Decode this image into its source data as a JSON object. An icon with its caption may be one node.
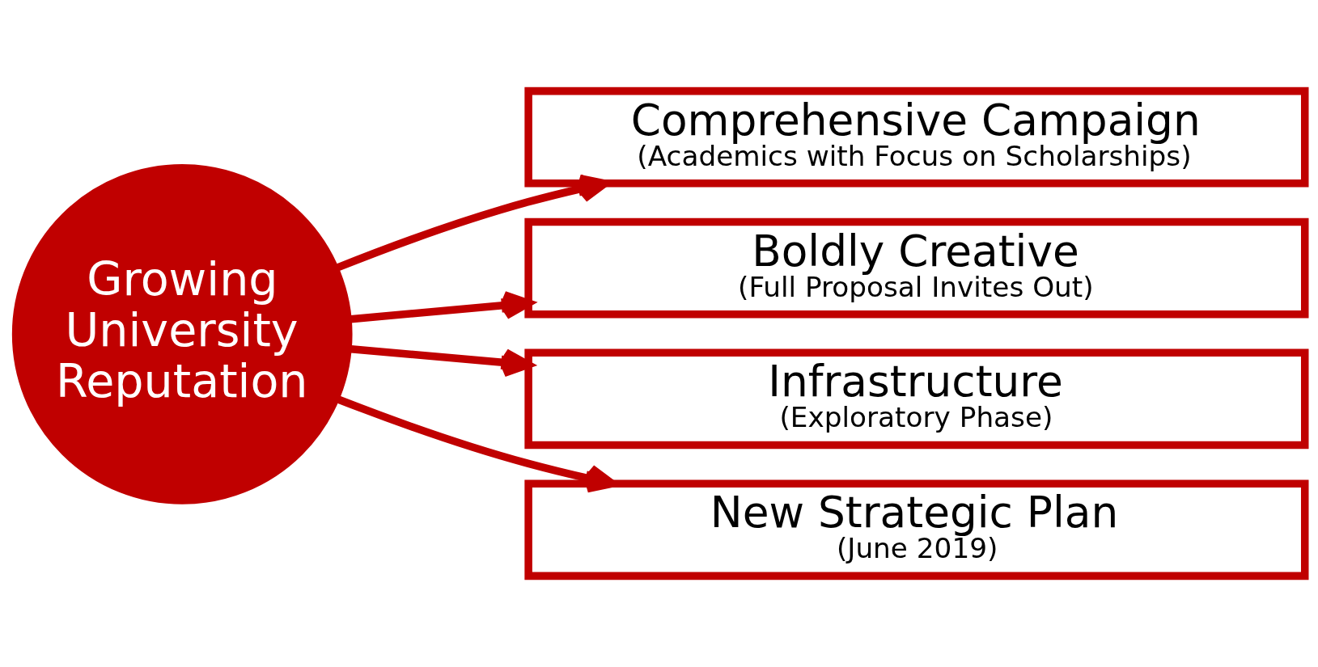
{
  "diagram": {
    "nodes": [
      {
        "text": [
          "Growing University Reputation"
        ]
      },
      {
        "text": [
          "Comprehensive Campaign",
          "(Academics with Focus on Scholarships)"
        ]
      },
      {
        "text": [
          "Boldly Creative",
          "(Full Proposal Invites Out)"
        ]
      },
      {
        "text": [
          "Infrastructure",
          "(Exploratory Phase)"
        ]
      },
      {
        "text": [
          "New Strategic Plan",
          "(June 2019)"
        ]
      }
    ],
    "edges": [
      {
        "from": 0,
        "to": 1,
        "arrow": "to"
      },
      {
        "from": 0,
        "to": 2,
        "arrow": "to"
      },
      {
        "from": 0,
        "to": 3,
        "arrow": "to"
      },
      {
        "from": 0,
        "to": 4,
        "arrow": "to"
      }
    ]
  }
}
